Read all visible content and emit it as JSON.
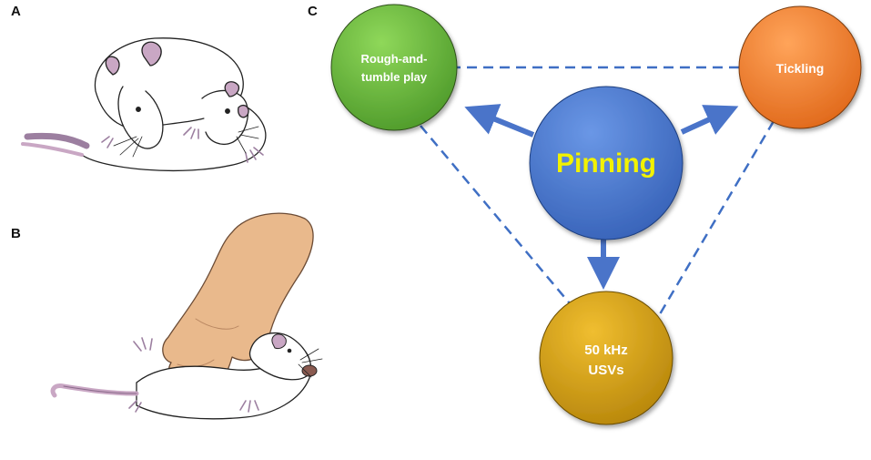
{
  "panels": {
    "a": "A",
    "b": "B",
    "c": "C"
  },
  "diagram": {
    "center": {
      "label": "Pinning",
      "color": "#4b79cf",
      "text_color": "#f2f200"
    },
    "nodes": {
      "rough_and_tumble": {
        "line1": "Rough-and-",
        "line2": "tumble play",
        "color": "#6fbe3f"
      },
      "tickling": {
        "line1": "Tickling",
        "color": "#f08632"
      },
      "usvs": {
        "line1": "50 kHz",
        "line2": "USVs",
        "color": "#d9a317"
      }
    },
    "connector_color": "#3f6fc4"
  },
  "illustrations": {
    "a": "two-rats-wrestling",
    "b": "hand-tickling-rat"
  }
}
